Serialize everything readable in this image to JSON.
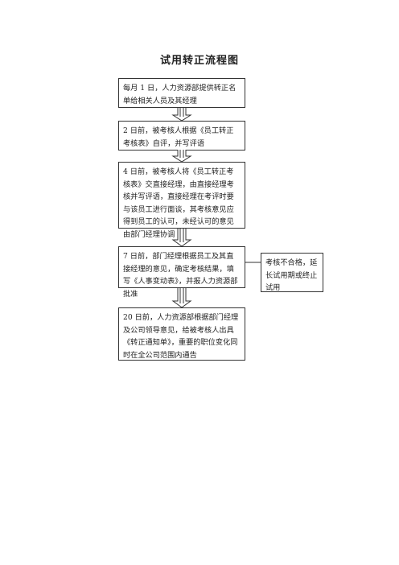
{
  "title": "试用转正流程图",
  "steps": [
    {
      "text": "每月 1 日，人力资源部提供转正名单给相关人员及其经理"
    },
    {
      "text": "2 日前，被考核人根据《员工转正考核表》自评，并写评语"
    },
    {
      "text": "4 日前，被考核人将《员工转正考核表》交直接经理，由直接经理考核并写评语，直接经理在考评时要与该员工进行面谈，其考核意见应得到员工的认可，未经认可的意见由部门经理协调"
    },
    {
      "text": "7 日前，部门经理根据员工及其直接经理的意见，确定考核结果，填写《人事变动表》，并报人力资源部批准"
    },
    {
      "text": "20 日前，人力资源部根据部门经理及公司领导意见，给被考核人出具《转正通知单》，重要的职位变化同时在全公司范围内通告"
    }
  ],
  "side_box": {
    "text": "考核不合格，延长试用期或终止试用"
  }
}
